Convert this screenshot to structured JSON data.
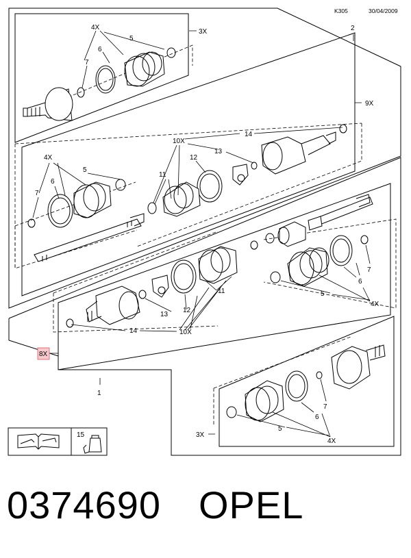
{
  "header": {
    "code": "K305",
    "date": "30/04/2009"
  },
  "callouts": {
    "n1": "1",
    "n2": "2",
    "n4": "4X",
    "n5": "5",
    "n6": "6",
    "n7": "7",
    "n10": "10X",
    "n11": "11",
    "n12": "12",
    "n13": "13",
    "n14": "14",
    "n15": "15",
    "q3": "3X",
    "q8": "8X",
    "q9": "9X"
  },
  "footer": {
    "part_number": "0374690",
    "brand": "OPEL"
  },
  "colors": {
    "highlight_fill": "#f6c9cc",
    "highlight_stroke": "#d95b67"
  },
  "icons": [
    "manual-book-icon",
    "grease-tube-icon"
  ]
}
